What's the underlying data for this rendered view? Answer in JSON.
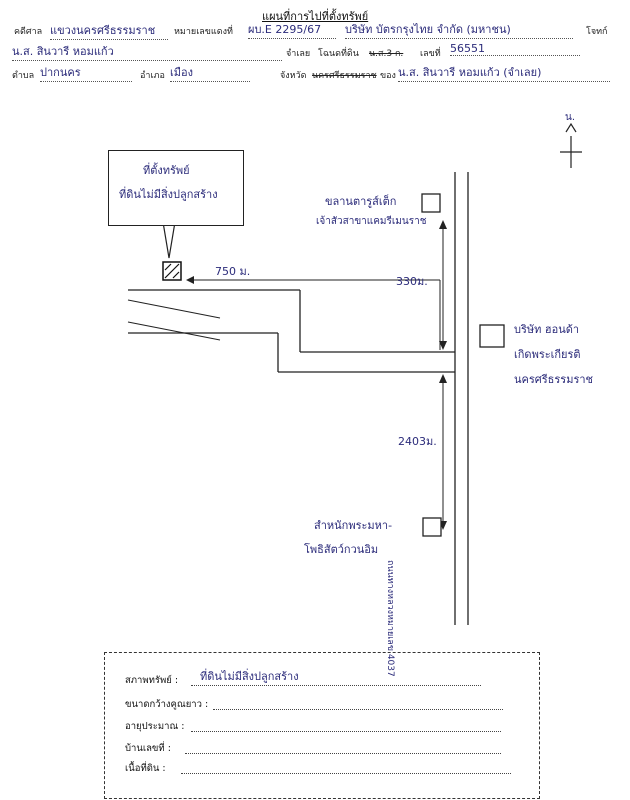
{
  "header": {
    "title": "แผนที่การไปที่ตั้งทรัพย์",
    "court_label": "คดีศาล",
    "court_value": "แขวงนครศรีธรรมราช",
    "case_no_label": "หมายเลขแดงที่",
    "case_no_value": "ผบ.E 2295/67",
    "plaintiff_value": "บริษัท บัตรกรุงไทย จำกัด (มหาชน)",
    "plaintiff_label": "โจทก์",
    "defendant_value": "น.ส. สินวารี หอมแก้ว",
    "defendant_label": "จำเลย",
    "deed_label": "โฉนดที่ดิน",
    "deed_struck": "น.ส.3 ก.",
    "deed_no_label": "เลขที่",
    "deed_no_value": "56551",
    "subdistrict_label": "ตำบล",
    "subdistrict_value": "ปากนคร",
    "district_label": "อำเภอ",
    "district_value": "เมือง",
    "province_label": "จังหวัด",
    "province_value": "นครศรีธรรมราช",
    "owner_label": "ของ",
    "owner_value": "น.ส. สินวารี หอมแก้ว (จำเลย)"
  },
  "map": {
    "north_label": "น.",
    "property_callout_line1": "ที่ตั้งทรัพย์",
    "property_callout_line2": "ที่ดินไม่มีสิ่งปลูกสร้าง",
    "distance_750": "750 ม.",
    "distance_330": "330ม.",
    "distance_2403": "2403ม.",
    "landmark_1_line1": "ขลานตารูส์เต็ก",
    "landmark_1_line2": "เจ้าสัวสาขาแคมรีเมนราช",
    "landmark_2_line1": "บริษัท ฮอนด้า",
    "landmark_2_line2": "เกิดพระเกียรติ",
    "landmark_2_line3": "นครศรีธรรมราช",
    "landmark_3_line1": "สำหนักพระมหา-",
    "landmark_3_line2": "โพธิสัตว์กวนอิม",
    "road_label": "ถนนทางหลวงหมายเลข 4037"
  },
  "info": {
    "condition_label": "สภาพทรัพย์ :",
    "condition_value": "ที่ดินไม่มีสิ่งปลูกสร้าง",
    "size_label": "ขนาดกว้างคูณยาว :",
    "age_label": "อายุประมาณ :",
    "house_no_label": "บ้านเลขที่ :",
    "area_label": "เนื้อที่ดิน :"
  }
}
